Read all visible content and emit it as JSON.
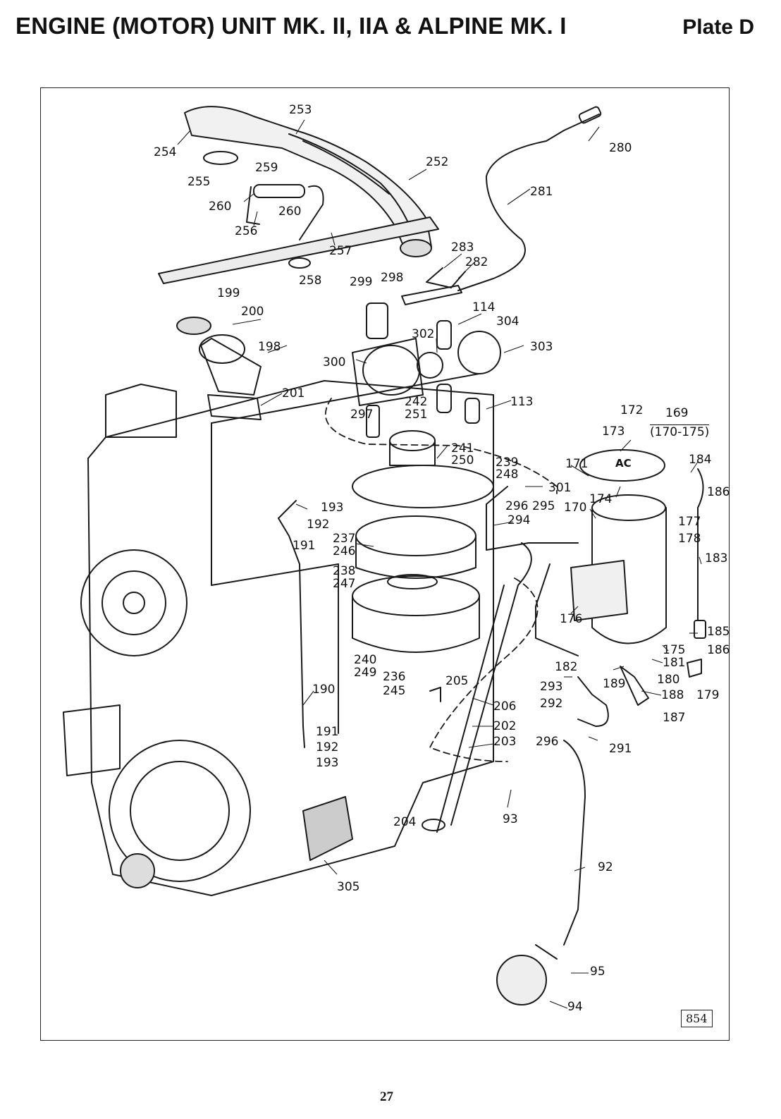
{
  "header": {
    "title": "ENGINE (MOTOR) UNIT MK. II, IIA & ALPINE MK. I",
    "plate": "Plate D"
  },
  "footer": {
    "page_number": "27",
    "ref_number": "854"
  },
  "callouts": {
    "c253": "253",
    "c254": "254",
    "c255": "255",
    "c259": "259",
    "c252": "252",
    "c280": "280",
    "c281": "281",
    "c260a": "260",
    "c260b": "260",
    "c256": "256",
    "c257": "257",
    "c258": "258",
    "c283": "283",
    "c282": "282",
    "c299": "299",
    "c298": "298",
    "c199": "199",
    "c200": "200",
    "c114": "114",
    "c304": "304",
    "c198": "198",
    "c302": "302",
    "c303": "303",
    "c300": "300",
    "c201": "201",
    "c242": "242",
    "c251": "251",
    "c113": "113",
    "c297": "297",
    "c172": "172",
    "c169": "169",
    "c169b": "(170-175)",
    "c173": "173",
    "c241": "241",
    "c250": "250",
    "c239": "239",
    "c248": "248",
    "c171": "171",
    "c184": "184",
    "c301": "301",
    "c174": "174",
    "c186a": "186",
    "c193a": "193",
    "c296a": "296",
    "c295": "295",
    "c170": "170",
    "c192a": "192",
    "c294": "294",
    "c177": "177",
    "c191a": "191",
    "c237": "237",
    "c246": "246",
    "c178": "178",
    "c183": "183",
    "c238": "238",
    "c247": "247",
    "c176": "176",
    "c185": "185",
    "c175": "175",
    "c186b": "186",
    "c240": "240",
    "c181": "181",
    "c182": "182",
    "c249": "249",
    "c236": "236",
    "c180": "180",
    "c189": "189",
    "c190": "190",
    "c205": "205",
    "c293": "293",
    "c245": "245",
    "c188": "188",
    "c179": "179",
    "c206": "206",
    "c292": "292",
    "c187": "187",
    "c202": "202",
    "c191b": "191",
    "c203": "203",
    "c296b": "296",
    "c291": "291",
    "c192b": "192",
    "c193b": "193",
    "c93": "93",
    "c204": "204",
    "c92": "92",
    "c305": "305",
    "c95": "95",
    "c94": "94",
    "cap_letters": "AC"
  }
}
